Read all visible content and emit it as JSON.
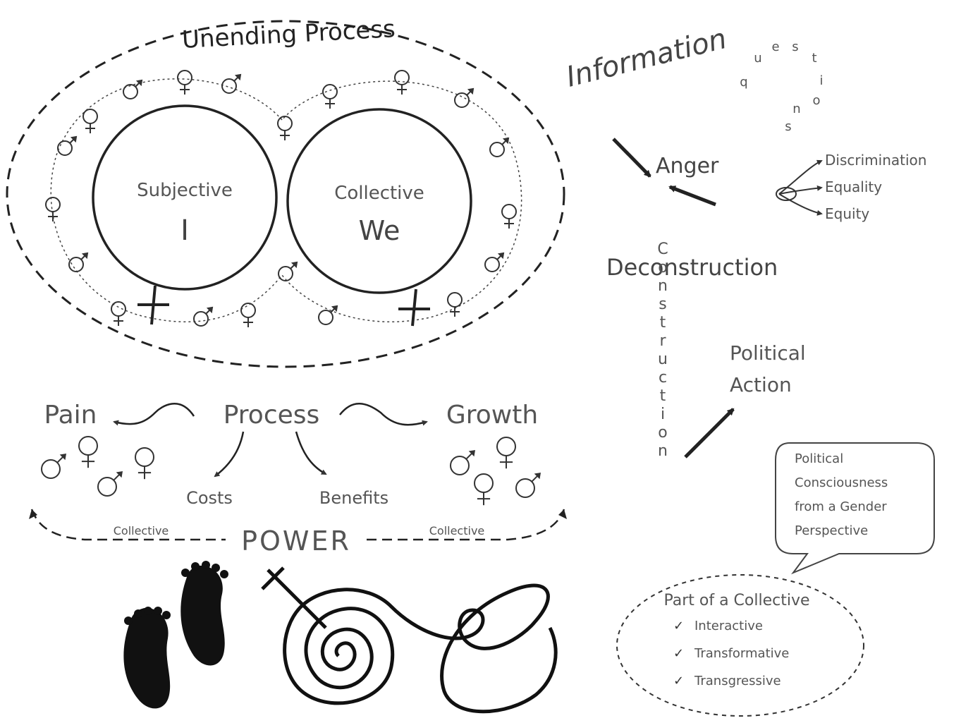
{
  "top_title": "Unending Process",
  "circles": {
    "left_label": "Subjective",
    "left_symbol": "I",
    "right_label": "Collective",
    "right_symbol": "We"
  },
  "information": {
    "title": "Information",
    "question_letters": [
      "q",
      "u",
      "e",
      "s",
      "t",
      "i",
      "o",
      "n",
      "s"
    ],
    "branches": [
      "Discrimination",
      "Equality",
      "Equity"
    ]
  },
  "anger": "Anger",
  "deconstruction": "Deconstruction",
  "construction_letters": [
    "C",
    "o",
    "n",
    "s",
    "t",
    "r",
    "u",
    "c",
    "t",
    "i",
    "o",
    "n"
  ],
  "political_action": {
    "line1": "Political",
    "line2": "Action"
  },
  "process_row": {
    "pain": "Pain",
    "process": "Process",
    "growth": "Growth",
    "costs": "Costs",
    "benefits": "Benefits"
  },
  "power_row": {
    "left_collective": "Collective",
    "power": "POWER",
    "right_collective": "Collective"
  },
  "speech_bubble": {
    "lines": [
      "Political",
      "Consciousness",
      "from a Gender",
      "Perspective"
    ]
  },
  "collective_oval": {
    "title": "Part of a Collective",
    "items": [
      "Interactive",
      "Transformative",
      "Transgressive"
    ]
  },
  "colors": {
    "ink": "#222222",
    "soft_ink": "#555555",
    "background": "#ffffff"
  },
  "icons": [
    "female-symbol-icon",
    "male-symbol-icon",
    "footprints-icon",
    "spiral-venus-icon",
    "arrow-icon",
    "checkmark-icon"
  ]
}
